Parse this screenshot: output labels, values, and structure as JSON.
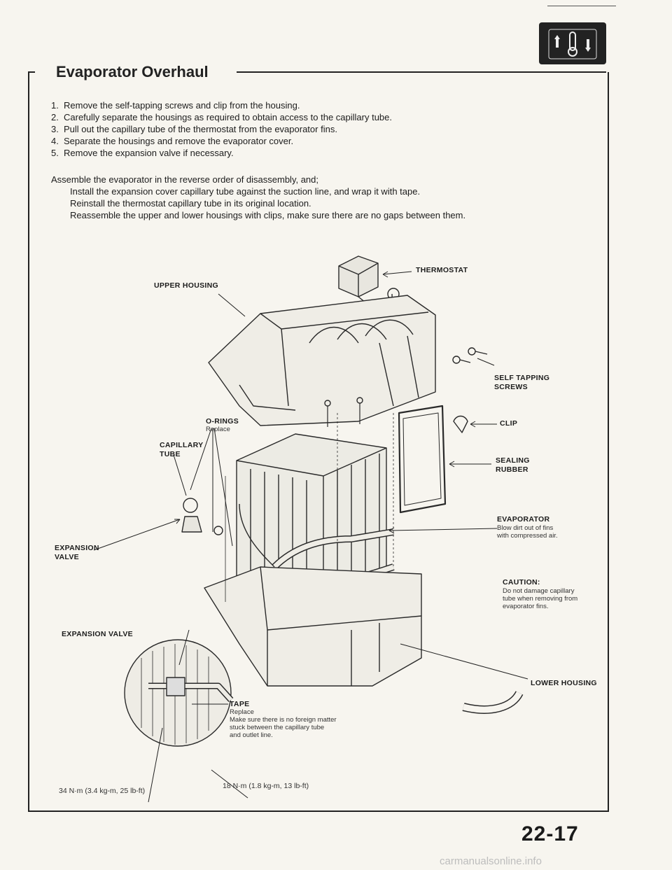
{
  "page": {
    "title": "Evaporator Overhaul",
    "page_number": "22-17",
    "watermark": "carmanualsonline.info",
    "section_icon": "thermometer-icon"
  },
  "steps": [
    {
      "num": "1.",
      "text": "Remove the self-tapping screws and clip from the housing."
    },
    {
      "num": "2.",
      "text": "Carefully separate the housings as required to obtain access to the capillary tube."
    },
    {
      "num": "3.",
      "text": "Pull out the capillary tube of the thermostat from the evaporator fins."
    },
    {
      "num": "4.",
      "text": "Separate the housings and remove the evaporator cover."
    },
    {
      "num": "5.",
      "text": "Remove the expansion valve if necessary."
    }
  ],
  "assembly": {
    "intro": "Assemble the evaporator in the reverse order of disassembly, and;",
    "lines": [
      "Install the expansion cover capillary tube against the suction line, and wrap it with tape.",
      "Reinstall the thermostat capillary tube in its original location.",
      "Reassemble the upper and lower housings with clips, make sure there are no gaps between them."
    ]
  },
  "labels": {
    "thermostat": "THERMOSTAT",
    "upper_housing": "UPPER HOUSING",
    "self_tapping_line1": "SELF TAPPING",
    "self_tapping_line2": "SCREWS",
    "clip": "CLIP",
    "sealing_line1": "SEALING",
    "sealing_line2": "RUBBER",
    "orings": "O-RINGS",
    "orings_note": "Replace",
    "capillary_line1": "CAPILLARY",
    "capillary_line2": "TUBE",
    "evaporator": "EVAPORATOR",
    "evaporator_note1": "Blow dirt out of fins",
    "evaporator_note2": "with compressed air.",
    "exp_valve_line1": "EXPANSION",
    "exp_valve_line2": "VALVE",
    "caution": "CAUTION:",
    "caution_note1": "Do not damage capillary",
    "caution_note2": "tube when removing from",
    "caution_note3": "evaporator fins.",
    "expansion_valve_detail": "EXPANSION VALVE",
    "lower_housing": "LOWER HOUSING",
    "tape": "TAPE",
    "tape_note1": "Replace",
    "tape_note2": "Make sure there is no foreign matter",
    "tape_note3": "stuck between the capillary tube",
    "tape_note4": "and outlet line.",
    "torque_left": "34 N·m (3.4 kg-m, 25 lb-ft)",
    "torque_right": "18 N·m (1.8 kg-m, 13 lb-ft)"
  }
}
